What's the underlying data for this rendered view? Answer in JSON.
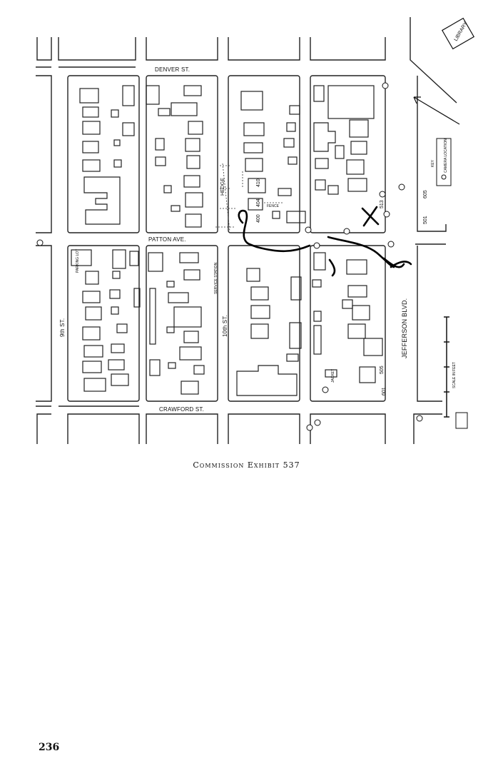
{
  "map": {
    "streets": {
      "denver": "DENVER ST.",
      "patton": "PATTON AVE.",
      "crawford": "CRAWFORD ST.",
      "ninth": "9th ST.",
      "tenth": "10th ST.",
      "jefferson": "JEFFERSON BLVD."
    },
    "landmarks": {
      "library": "LIBRARY",
      "hedge": "HEDGE",
      "fence": "FENCE",
      "service_station": "SERVICE STATION",
      "jacket": "JACKET",
      "parking": "PARKING LOT"
    },
    "house_numbers": [
      "410",
      "404",
      "400",
      "501",
      "505",
      "513",
      "601",
      "605"
    ],
    "legend": {
      "key": "KEY",
      "camera_location": "CAMERA LOCATION",
      "scale": "SCALE IN FEET"
    },
    "colors": {
      "ink": "#111111",
      "path": "#000000",
      "paper": "#ffffff"
    }
  },
  "caption": "Commission Exhibit 537",
  "page_number": "236"
}
